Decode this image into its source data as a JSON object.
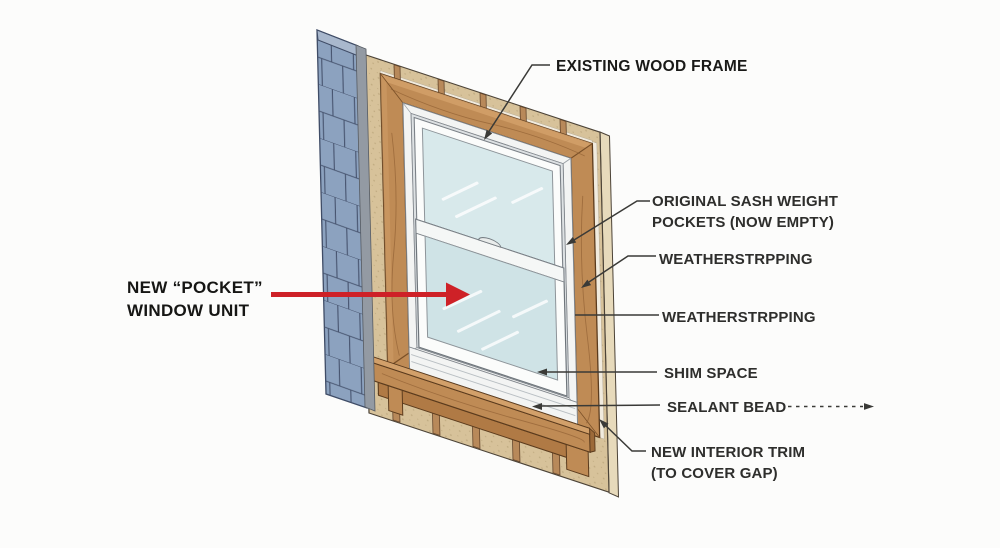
{
  "diagram": {
    "subject": "pocket-window-replacement-cutaway",
    "labels": {
      "existing_frame": "EXISTING WOOD FRAME",
      "sash_pockets_1": "ORIGINAL SASH WEIGHT",
      "sash_pockets_2": "POCKETS (NOW EMPTY)",
      "weatherstripping_upper": "WEATHERSTRPPING",
      "weatherstripping_lower": "WEATHERSTRPPING",
      "shim_space": "SHIM SPACE",
      "sealant_bead": "SEALANT BEAD",
      "interior_trim_1": "NEW INTERIOR TRIM",
      "interior_trim_2": "(TO COVER GAP)",
      "pocket_window_1": "NEW “POCKET”",
      "pocket_window_2": "WINDOW UNIT"
    },
    "palette": {
      "background": "#fcfcfb",
      "wall_tan": "#d7c29a",
      "wall_edge": "#e7dabb",
      "speckle": "#bba67c",
      "shingle_blue": "#8ca2bf",
      "shingle_cap": "#a9b8cd",
      "shingle_line": "#46536e",
      "corner_gray": "#939aa3",
      "wood_brown": "#bf8b55",
      "wood_light": "#d2a06a",
      "wood_dark_line": "#5b3b1d",
      "stud_brown": "#b8895a",
      "sash_white": "#fbfcfb",
      "glass_upper": "#d8e9eb",
      "glass_lower": "#cfe3e6",
      "gap_white": "#f1ebde",
      "leader": "#3a3a37",
      "red_arrow": "#ce2127",
      "text_dark": "#191917",
      "text_label": "#2e2e2c"
    }
  }
}
